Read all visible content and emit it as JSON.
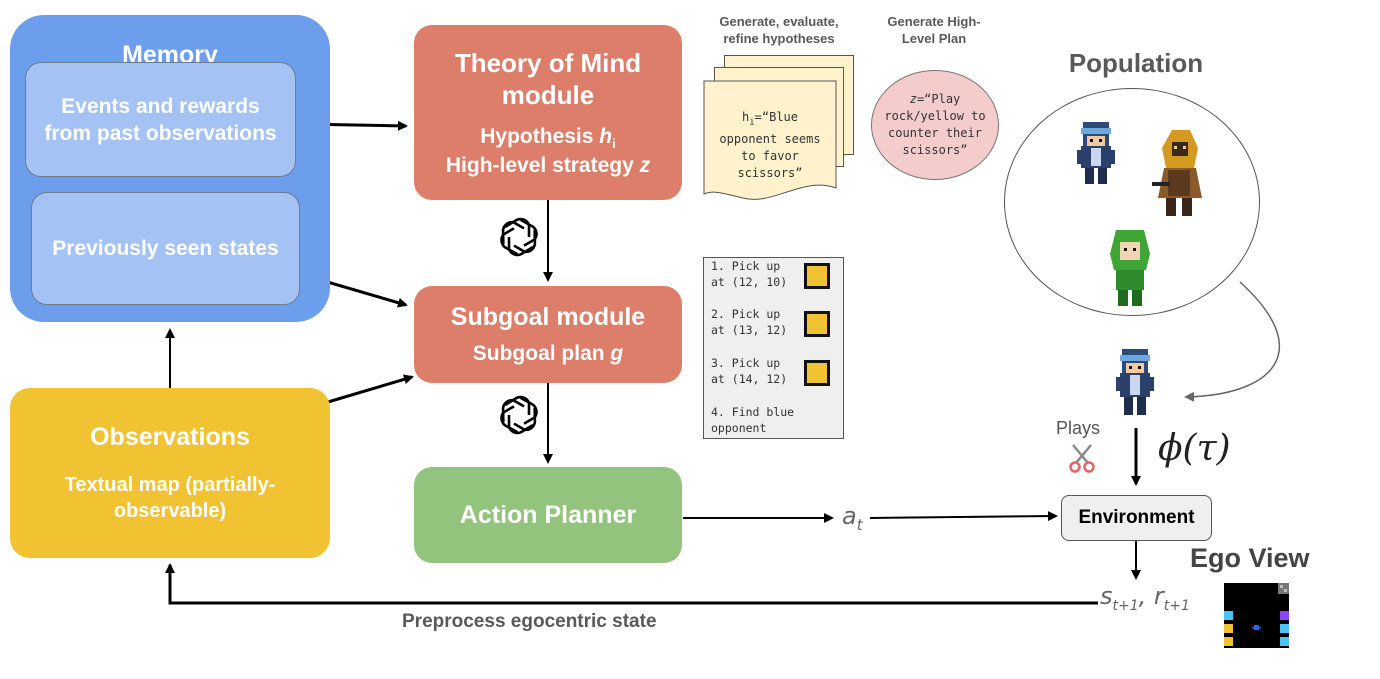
{
  "memory": {
    "title": "Memory",
    "events": "Events and rewards from past observations",
    "states": "Previously seen states"
  },
  "tom": {
    "title": "Theory of Mind module",
    "hypothesis": "Hypothesis ",
    "hyp_var": "h",
    "hyp_sub": "i",
    "strategy": "High-level strategy ",
    "strategy_var": "z"
  },
  "subgoal": {
    "title": "Subgoal module",
    "plan": "Subgoal plan ",
    "plan_var": "g",
    "items": [
      "1. Pick up\nat (12, 10)",
      "2. Pick up\nat (13, 12)",
      "3. Pick up\nat (14, 12)",
      "4. Find blue\nopponent"
    ]
  },
  "action": {
    "title": "Action Planner"
  },
  "observations": {
    "title": "Observations",
    "subtitle": "Textual map (partially-observable)"
  },
  "hypotheses": {
    "header": "Generate, evaluate, refine hypotheses",
    "var": "h",
    "sub": "i",
    "text": "=“Blue\nopponent seems\nto favor\nscissors”"
  },
  "plan": {
    "header": "Generate High-Level Plan",
    "var": "z",
    "text": "=“Play\nrock/yellow to\ncounter their\nscissors”"
  },
  "population": {
    "title": "Population"
  },
  "environment": {
    "label": "Environment",
    "plays": "Plays",
    "phi": "ϕ(τ)",
    "action": "a",
    "action_sub": "t",
    "state": "s",
    "state_sub": "t+1",
    "reward": "r",
    "reward_sub": "t+1"
  },
  "preprocess": "Preprocess egocentric state",
  "ego": {
    "title": "Ego View"
  },
  "colors": {
    "memory": "#6d9eeb",
    "memory_inner": "#a4c2f4",
    "module": "#dd7e6b",
    "action": "#93c47d",
    "observations": "#f1c232",
    "note": "#fff2cc",
    "plan": "#f4cccc"
  },
  "icons": [
    "openai-logo-icon",
    "scissors-icon",
    "ninja-sprite-icon",
    "rogue-sprite-icon",
    "elf-sprite-icon"
  ]
}
